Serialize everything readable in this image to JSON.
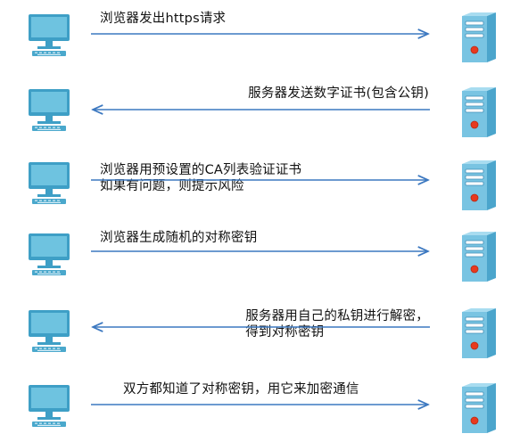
{
  "colors": {
    "monitor": "#5bb3d4",
    "monitor_screen": "#6ec3e0",
    "keyboard": "#4aa8cc",
    "server_front": "#79c4e2",
    "server_side": "#4ba5cc",
    "server_top": "#a8dcf0",
    "server_light": "#e8391e",
    "arrow": "#3c78c0"
  },
  "icons": {
    "client": "desktop-computer-icon",
    "server": "server-tower-icon"
  },
  "steps": [
    {
      "direction": "to-server",
      "lines": [
        "浏览器发出https请求"
      ]
    },
    {
      "direction": "to-client",
      "lines": [
        "服务器发送数字证书(包含公钥)"
      ]
    },
    {
      "direction": "to-server",
      "lines": [
        "浏览器用预设置的CA列表验证证书",
        "如果有问题，则提示风险"
      ]
    },
    {
      "direction": "to-server",
      "lines": [
        "浏览器生成随机的对称密钥"
      ]
    },
    {
      "direction": "to-client",
      "lines": [
        "服务器用自己的私钥进行解密，",
        "得到对称密钥"
      ]
    },
    {
      "direction": "to-server",
      "lines": [
        "双方都知道了对称密钥，用它来加密通信"
      ]
    }
  ]
}
